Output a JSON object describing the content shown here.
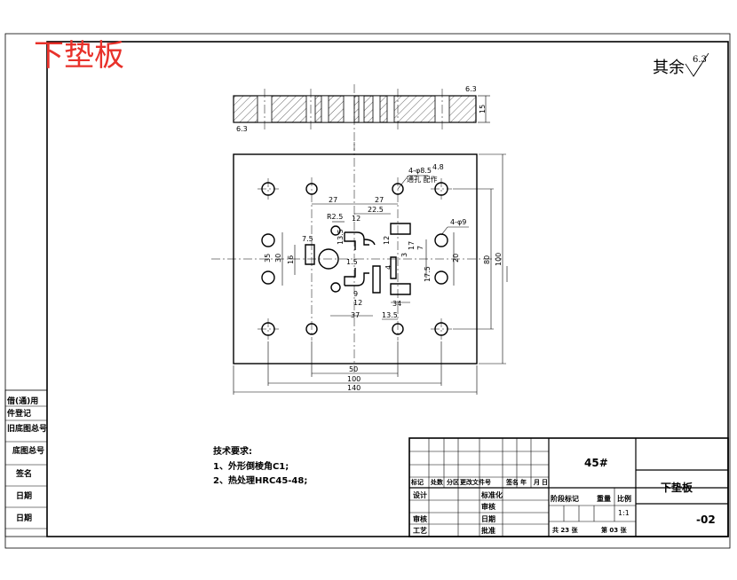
{
  "drawing": {
    "red_title": "下垫板",
    "roughness_text": "其余",
    "roughness_value": "6.3",
    "red_color": "#e8312a"
  },
  "side_labels": {
    "item1": "借(通)用",
    "item2": "件登记",
    "item3": "旧底图总号",
    "item4": "底图总号",
    "item5": "签名",
    "item6": "日期",
    "item7": "日期"
  },
  "section_view": {
    "thickness": "15",
    "roughness_left": "6.3",
    "roughness_right": "6.3"
  },
  "plan_view": {
    "note_holes_a": "4-φ8.5",
    "note_holes_a2": "通孔 配作",
    "note_holes_a3": "4.8",
    "note_holes_b": "4-φ9",
    "dims": {
      "d27a": "27",
      "d27b": "27",
      "d22_5": "22.5",
      "dR2_5": "R2.5",
      "d12a": "12",
      "d13_5v": "13.5",
      "d7_5": "7.5",
      "d16": "16",
      "d30": "30",
      "d9": "9",
      "d12b": "12",
      "d37": "37",
      "d13_5h": "13.5",
      "d34": "34",
      "d4": "4",
      "d3": "3",
      "d7": "7",
      "d17": "17",
      "d17_5": "17.5",
      "d20": "20",
      "d35": "35",
      "d12c": "12",
      "d1_5": "1.5",
      "d80": "80",
      "d100v": "100",
      "d50": "50",
      "d100h": "100",
      "d140": "140"
    }
  },
  "tech_requirements": {
    "heading": "技术要求:",
    "line1": "1、外形倒棱角C1;",
    "line2": "2、热处理HRC45-48;"
  },
  "title_block": {
    "material": "45#",
    "part_name": "下垫板",
    "drawing_no": "-02",
    "scale": "1:1",
    "row_headers": [
      "标记",
      "处数",
      "分区",
      "更改文件号",
      "签名",
      "年",
      "月",
      "日"
    ],
    "design": "设计",
    "standardize": "标准化",
    "stage_mark": "阶段标记",
    "weight": "重量",
    "ratio": "比例",
    "review": "审核",
    "process": "工艺",
    "approve": "批准",
    "check": "审核",
    "date": "日期",
    "sheets": "共 23 张",
    "sheet_no": "第 03 张"
  }
}
